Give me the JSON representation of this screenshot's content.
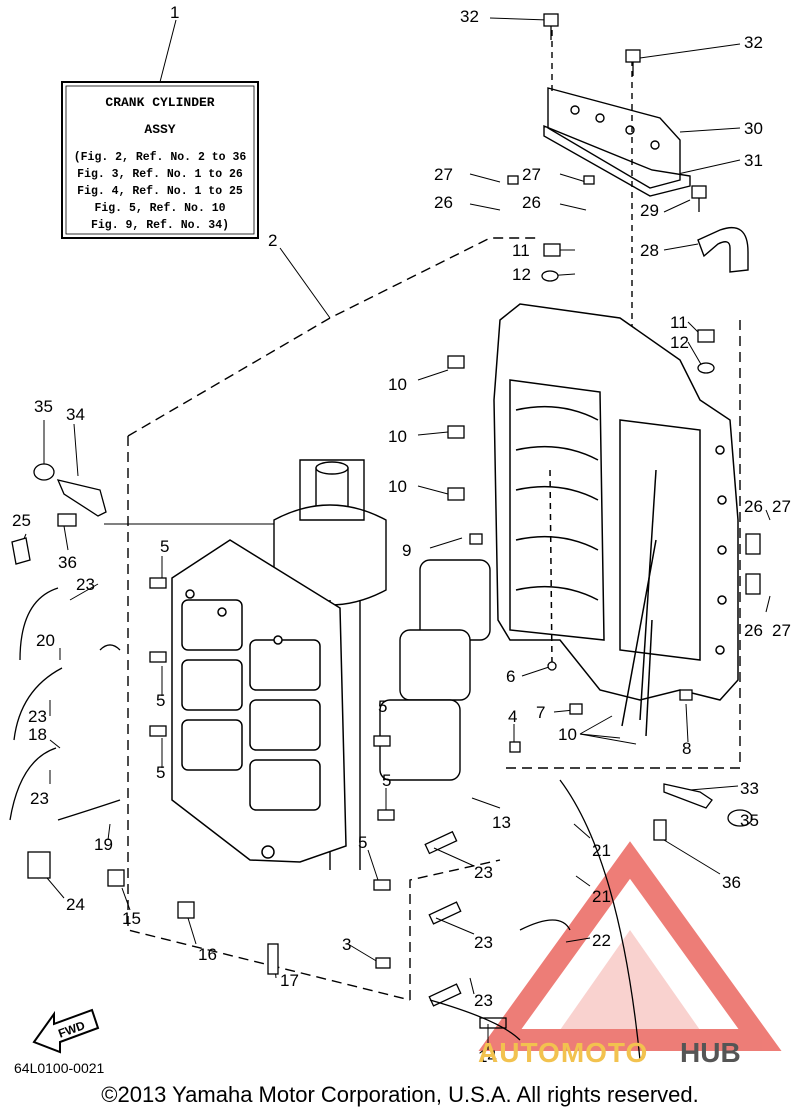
{
  "diagram": {
    "caption_box": {
      "title_line1": "CRANK CYLINDER",
      "title_line2": "ASSY",
      "refs": [
        "(Fig. 2, Ref. No. 2 to 36",
        "Fig. 3, Ref. No. 1 to 26",
        "Fig. 4, Ref. No. 1 to 25",
        "Fig. 5, Ref. No. 10",
        "Fig. 9, Ref. No. 34)"
      ]
    },
    "callouts": [
      {
        "id": "c1",
        "label": "1"
      },
      {
        "id": "c2",
        "label": "2"
      },
      {
        "id": "c32a",
        "label": "32"
      },
      {
        "id": "c32b",
        "label": "32"
      },
      {
        "id": "c30",
        "label": "30"
      },
      {
        "id": "c31",
        "label": "31"
      },
      {
        "id": "c27a",
        "label": "27"
      },
      {
        "id": "c27b",
        "label": "27"
      },
      {
        "id": "c26a",
        "label": "26"
      },
      {
        "id": "c26b",
        "label": "26"
      },
      {
        "id": "c29",
        "label": "29"
      },
      {
        "id": "c28",
        "label": "28"
      },
      {
        "id": "c11a",
        "label": "11"
      },
      {
        "id": "c12a",
        "label": "12"
      },
      {
        "id": "c11b",
        "label": "11"
      },
      {
        "id": "c12b",
        "label": "12"
      },
      {
        "id": "c10a",
        "label": "10"
      },
      {
        "id": "c10b",
        "label": "10"
      },
      {
        "id": "c10c",
        "label": "10"
      },
      {
        "id": "c35a",
        "label": "35"
      },
      {
        "id": "c34",
        "label": "34"
      },
      {
        "id": "c25",
        "label": "25"
      },
      {
        "id": "c36a",
        "label": "36"
      },
      {
        "id": "c9",
        "label": "9"
      },
      {
        "id": "c26c",
        "label": "26"
      },
      {
        "id": "c27c",
        "label": "27"
      },
      {
        "id": "c26d",
        "label": "26"
      },
      {
        "id": "c27d",
        "label": "27"
      },
      {
        "id": "c5a",
        "label": "5"
      },
      {
        "id": "c23a",
        "label": "23"
      },
      {
        "id": "c20",
        "label": "20"
      },
      {
        "id": "c5b",
        "label": "5"
      },
      {
        "id": "c23b",
        "label": "23"
      },
      {
        "id": "c18",
        "label": "18"
      },
      {
        "id": "c5c",
        "label": "5"
      },
      {
        "id": "c23c",
        "label": "23"
      },
      {
        "id": "c19",
        "label": "19"
      },
      {
        "id": "c24",
        "label": "24"
      },
      {
        "id": "c15",
        "label": "15"
      },
      {
        "id": "c16",
        "label": "16"
      },
      {
        "id": "c17",
        "label": "17"
      },
      {
        "id": "c6",
        "label": "6"
      },
      {
        "id": "c7",
        "label": "7"
      },
      {
        "id": "c10d",
        "label": "10"
      },
      {
        "id": "c8",
        "label": "8"
      },
      {
        "id": "c4",
        "label": "4"
      },
      {
        "id": "c5d",
        "label": "5"
      },
      {
        "id": "c5e",
        "label": "5"
      },
      {
        "id": "c5f",
        "label": "5"
      },
      {
        "id": "c13",
        "label": "13"
      },
      {
        "id": "c21a",
        "label": "21"
      },
      {
        "id": "c21b",
        "label": "21"
      },
      {
        "id": "c23d",
        "label": "23"
      },
      {
        "id": "c23e",
        "label": "23"
      },
      {
        "id": "c22",
        "label": "22"
      },
      {
        "id": "c3",
        "label": "3"
      },
      {
        "id": "c23f",
        "label": "23"
      },
      {
        "id": "c14",
        "label": "14"
      },
      {
        "id": "c33",
        "label": "33"
      },
      {
        "id": "c35b",
        "label": "35"
      },
      {
        "id": "c36b",
        "label": "36"
      }
    ],
    "fwd_label": "FWD",
    "drawing_code": "64L0100-0021",
    "copyright": "©2013 Yamaha Motor Corporation, U.S.A. All rights reserved.",
    "watermark": {
      "text_a": "AUTOMOTO",
      "text_b": "HUB",
      "color_a": "#f2c24f",
      "color_b": "#555555",
      "logo_color": "#e8524a"
    }
  }
}
